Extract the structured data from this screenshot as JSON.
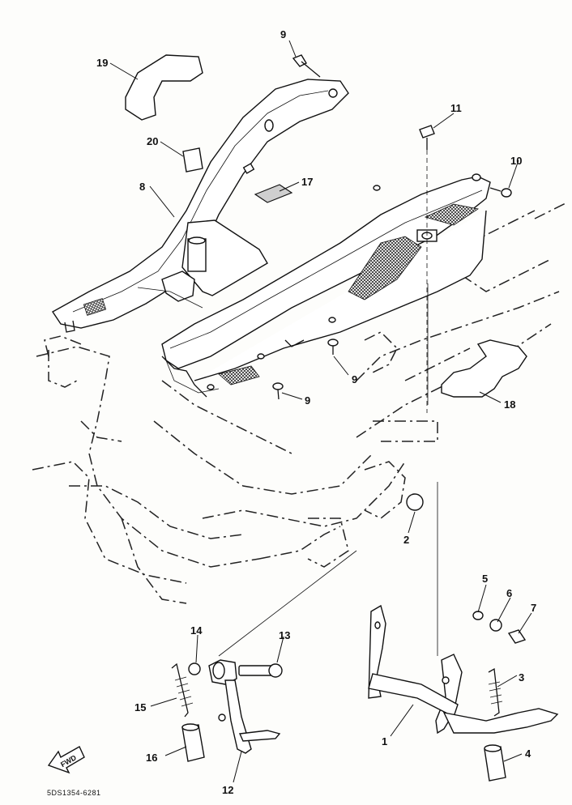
{
  "diagram": {
    "callouts": [
      {
        "id": "1",
        "text": "1"
      },
      {
        "id": "2",
        "text": "2"
      },
      {
        "id": "3",
        "text": "3"
      },
      {
        "id": "4",
        "text": "4"
      },
      {
        "id": "5",
        "text": "5"
      },
      {
        "id": "6",
        "text": "6"
      },
      {
        "id": "7",
        "text": "7"
      },
      {
        "id": "8",
        "text": "8"
      },
      {
        "id": "9a",
        "text": "9"
      },
      {
        "id": "9b",
        "text": "9"
      },
      {
        "id": "9c",
        "text": "9"
      },
      {
        "id": "10",
        "text": "10"
      },
      {
        "id": "11",
        "text": "11"
      },
      {
        "id": "12",
        "text": "12"
      },
      {
        "id": "13",
        "text": "13"
      },
      {
        "id": "14",
        "text": "14"
      },
      {
        "id": "15",
        "text": "15"
      },
      {
        "id": "16",
        "text": "16"
      },
      {
        "id": "17",
        "text": "17"
      },
      {
        "id": "18",
        "text": "18"
      },
      {
        "id": "19",
        "text": "19"
      },
      {
        "id": "20",
        "text": "20"
      }
    ],
    "direction_arrow": "FWD",
    "drawing_code": "5DS1354-6281"
  }
}
